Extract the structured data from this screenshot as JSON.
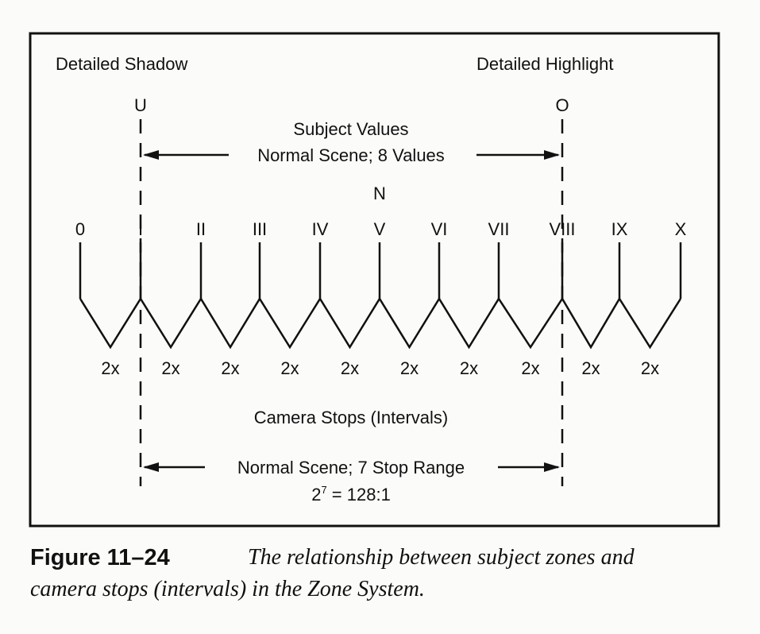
{
  "diagram": {
    "left_label": "Detailed Shadow",
    "right_label": "Detailed Highlight",
    "left_marker": "U",
    "right_marker": "O",
    "subject_values_title": "Subject Values",
    "subject_values_range": "Normal Scene; 8 Values",
    "middle_marker": "N",
    "zones": [
      "0",
      "I",
      "II",
      "III",
      "IV",
      "V",
      "VI",
      "VII",
      "VIII",
      "IX",
      "X"
    ],
    "interval_label": "2x",
    "camera_stops_title": "Camera Stops (Intervals)",
    "stop_range": "Normal Scene; 7 Stop Range",
    "ratio_base": "2",
    "ratio_exp": "7",
    "ratio_rest": " = 128:1"
  },
  "caption": {
    "figure_label": "Figure 11–24",
    "text_line1": "The relationship between subject zones and",
    "text_line2": "camera stops (intervals) in the Zone System."
  }
}
